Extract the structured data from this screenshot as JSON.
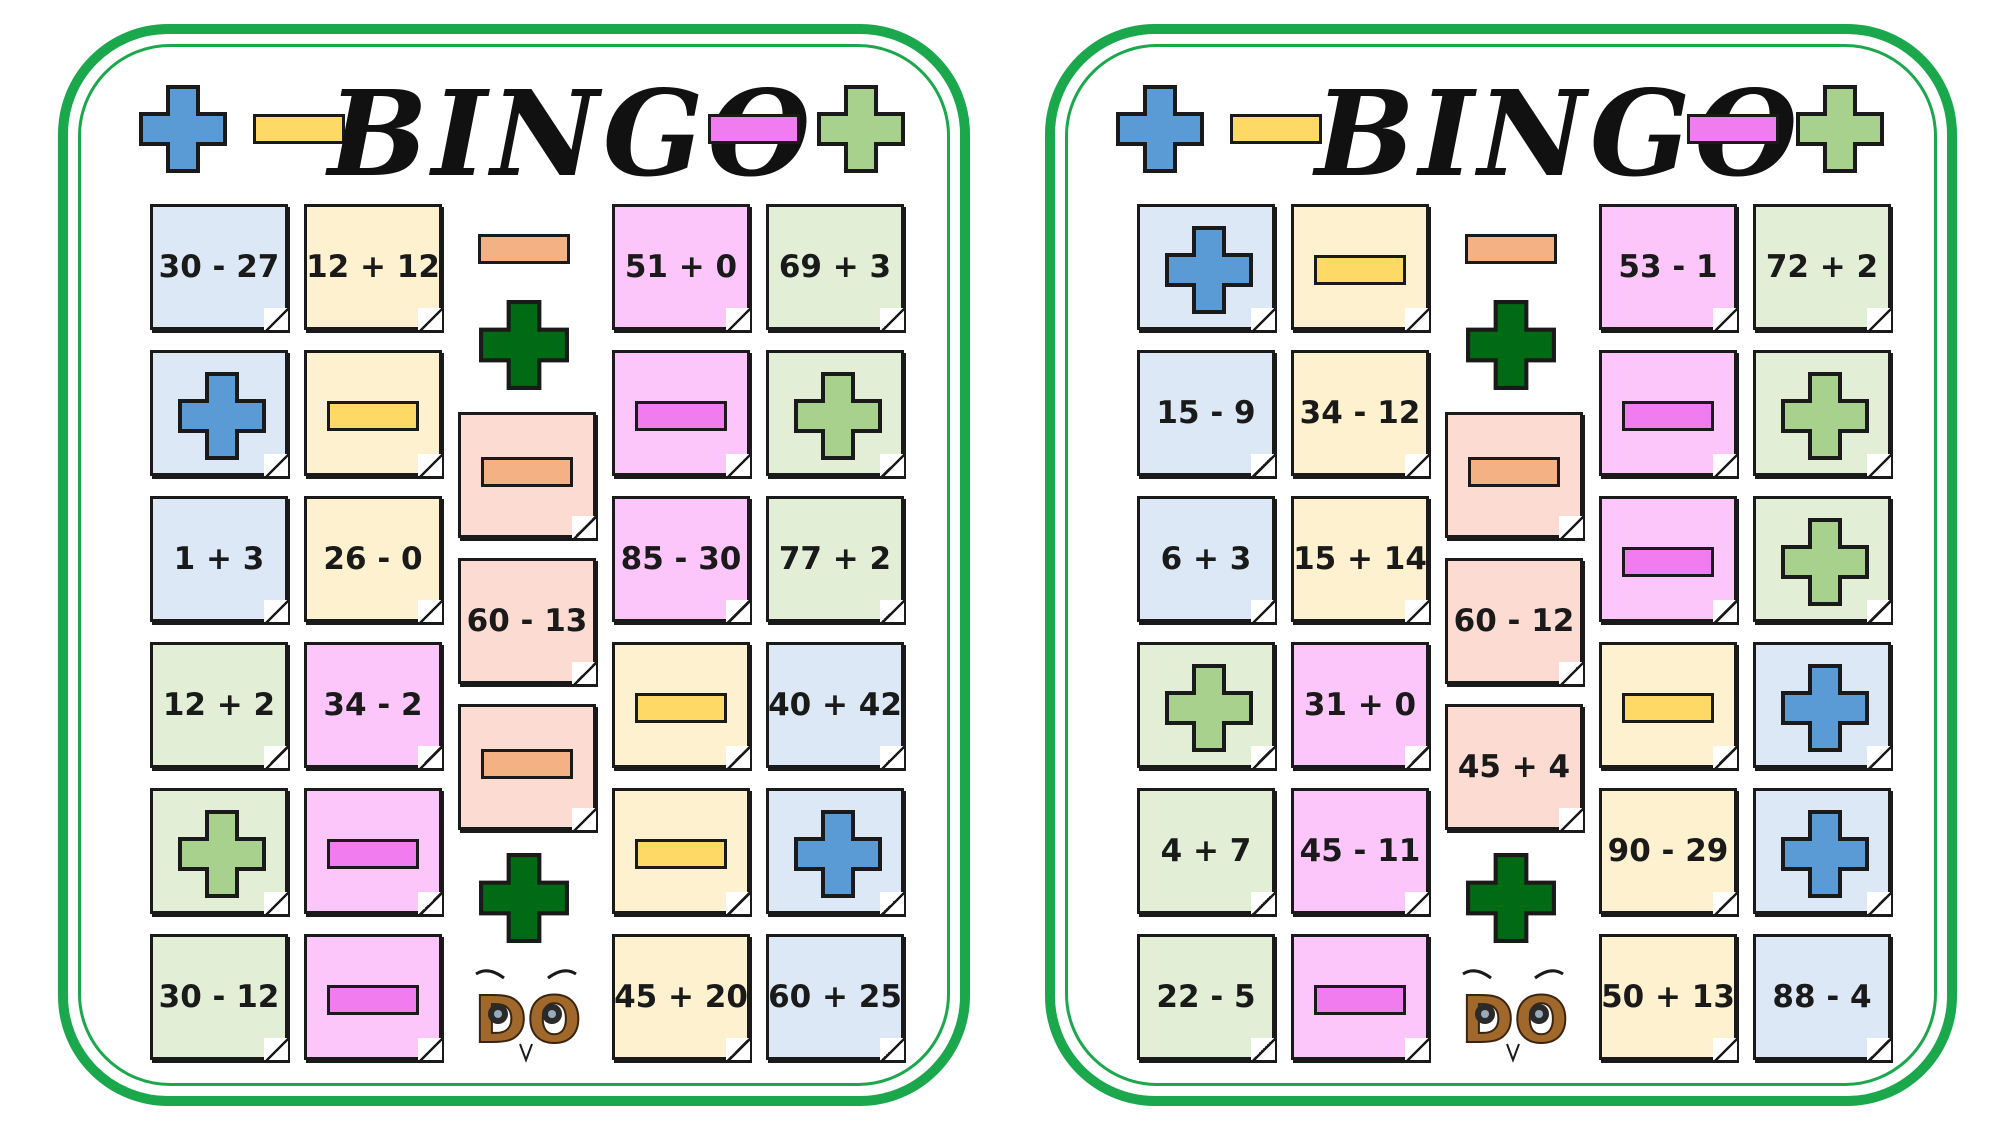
{
  "cards": [
    {
      "title": "BINGO",
      "cells": [
        [
          "30 - 27",
          "12 + 12",
          "51 + 0",
          "69 + 3"
        ],
        [
          "plus",
          "minus",
          "minus",
          "plus"
        ],
        [
          "1 + 3",
          "26 - 0",
          "85 - 30",
          "77 + 2"
        ],
        [
          "12 + 2",
          "34 - 2",
          "minus",
          "40 + 42"
        ],
        [
          "plus",
          "minus",
          "minus",
          "plus"
        ],
        [
          "30 - 12",
          "minus",
          "45 + 20",
          "60 + 25"
        ]
      ],
      "center": [
        "minus",
        "60 - 13",
        "minus"
      ]
    },
    {
      "title": "BINGO",
      "cells": [
        [
          "plus",
          "minus",
          "53 - 1",
          "72 + 2"
        ],
        [
          "15 - 9",
          "34 - 12",
          "minus",
          "plus"
        ],
        [
          "6 + 3",
          "15 + 14",
          "minus",
          "plus"
        ],
        [
          "plus",
          "31 + 0",
          "minus",
          "plus"
        ],
        [
          "4 + 7",
          "45 - 11",
          "90 - 29",
          "plus"
        ],
        [
          "22 - 5",
          "minus",
          "50 + 13",
          "88 - 4"
        ]
      ],
      "center": [
        "minus",
        "60 - 12",
        "45 + 4"
      ]
    }
  ],
  "colors": {
    "border_green": "#1ba84c",
    "blue": "#dce8f5",
    "yellow": "#fdf1cf",
    "pink": "#fdc6fb",
    "green": "#e2efd6",
    "salmon": "#fcdcd2",
    "icon_blue": "#5b9bd5",
    "icon_yellow": "#ffd966",
    "icon_pink": "#f07cf0",
    "icon_green": "#a9d18e",
    "icon_salmon": "#f4b183",
    "icon_dark_green": "#006b14"
  },
  "icons": [
    "plus-icon",
    "minus-icon",
    "owl-logo-icon"
  ]
}
